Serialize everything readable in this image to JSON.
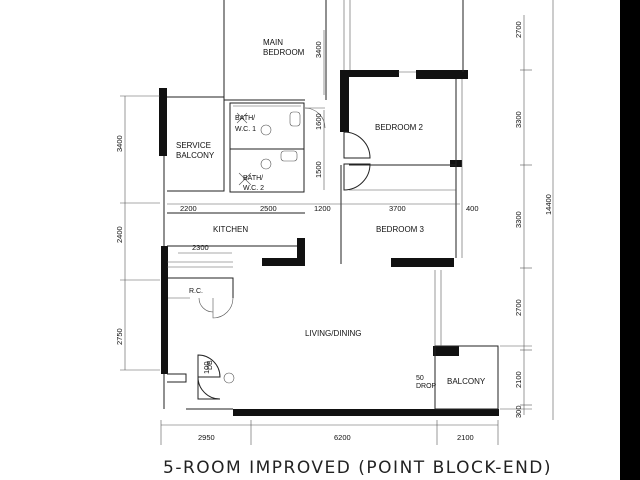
{
  "title": "5-ROOM IMPROVED (POINT BLOCK-END)",
  "rooms": {
    "main_bedroom": [
      "MAIN",
      "BEDROOM"
    ],
    "bedroom2": "BEDROOM 2",
    "bedroom3": "BEDROOM 3",
    "service_balcony": [
      "SERVICE",
      "BALCONY"
    ],
    "bath1": [
      "BATH/",
      "W.C. 1"
    ],
    "bath2": [
      "BATH/",
      "W.C. 2"
    ],
    "kitchen": "KITCHEN",
    "living": "LIVING/DINING",
    "balcony": "BALCONY",
    "refuse_chute": "R.C.",
    "db": "DB",
    "drop": [
      "50",
      "DROP"
    ]
  },
  "dimensions": {
    "left": [
      "3400",
      "2400",
      "2750"
    ],
    "right": [
      "2700",
      "3300",
      "3300",
      "2700",
      "2100",
      "300"
    ],
    "overall_height": "14400",
    "bottom": [
      "2950",
      "6200",
      "2100"
    ],
    "internal": [
      "2200",
      "2500",
      "1200",
      "3700",
      "400",
      "2300",
      "3400",
      "1600",
      "1500",
      "100"
    ]
  }
}
